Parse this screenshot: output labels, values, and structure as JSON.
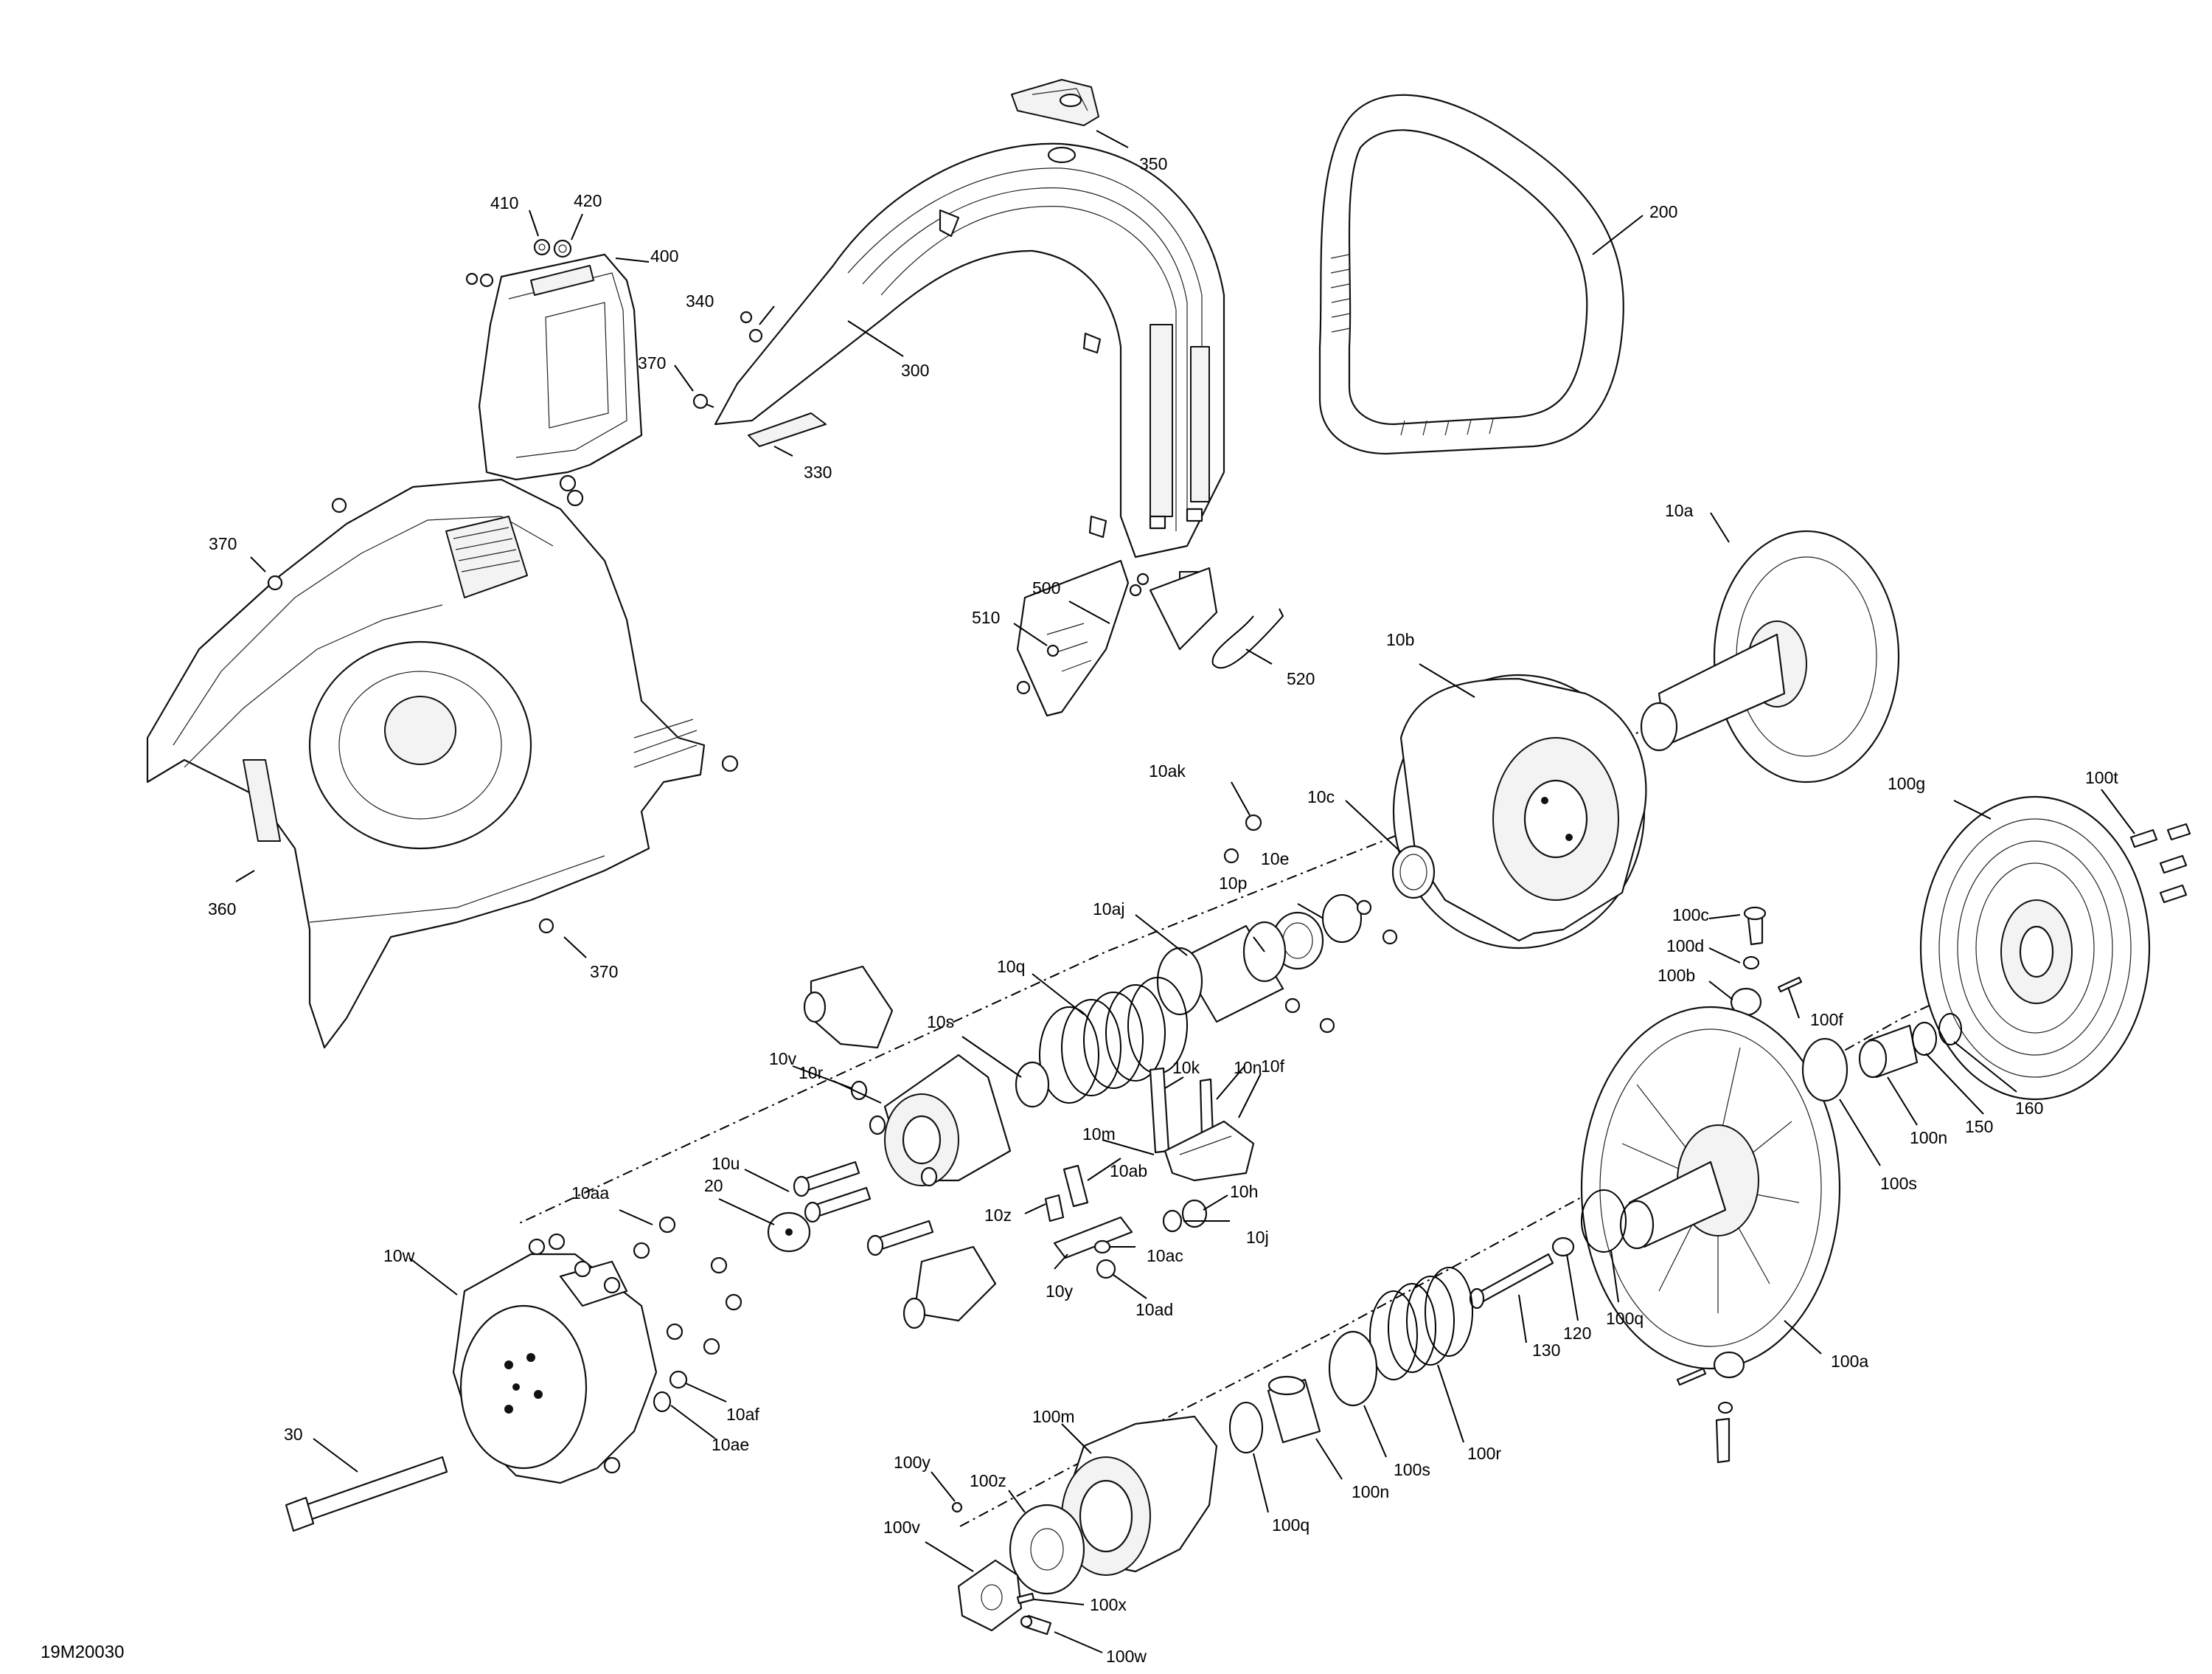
{
  "diagram_code": "19M20030",
  "labels": {
    "l350": "350",
    "l200": "200",
    "l410": "410",
    "l420": "420",
    "l400": "400",
    "l340": "340",
    "l300": "300",
    "l370a": "370",
    "l330": "330",
    "l370b": "370",
    "l360": "360",
    "l370c": "370",
    "l500": "500",
    "l510": "510",
    "l520": "520",
    "l10a": "10a",
    "l10b": "10b",
    "l10ak": "10ak",
    "l10c": "10c",
    "l10e": "10e",
    "l10p": "10p",
    "l10aj": "10aj",
    "l10q": "10q",
    "l10s": "10s",
    "l10r": "10r",
    "l10v": "10v",
    "l10u": "10u",
    "l10k": "10k",
    "l10n": "10n",
    "l10f": "10f",
    "l10m": "10m",
    "l10ab": "10ab",
    "l10h": "10h",
    "l10z": "10z",
    "l10ac": "10ac",
    "l10j": "10j",
    "l10y": "10y",
    "l10ad": "10ad",
    "l10aa": "10aa",
    "l20": "20",
    "l10w": "10w",
    "l10af": "10af",
    "l10ae": "10ae",
    "l30": "30",
    "l100g": "100g",
    "l100t": "100t",
    "l100c": "100c",
    "l100d": "100d",
    "l100b": "100b",
    "l100f": "100f",
    "l160": "160",
    "l150": "150",
    "l100n_a": "100n",
    "l100s_a": "100s",
    "l100q_a": "100q",
    "l120": "120",
    "l130": "130",
    "l100a": "100a",
    "l100r": "100r",
    "l100s_b": "100s",
    "l100n_b": "100n",
    "l100q_b": "100q",
    "l100m": "100m",
    "l100y": "100y",
    "l100z": "100z",
    "l100v": "100v",
    "l100x": "100x",
    "l100w": "100w"
  }
}
